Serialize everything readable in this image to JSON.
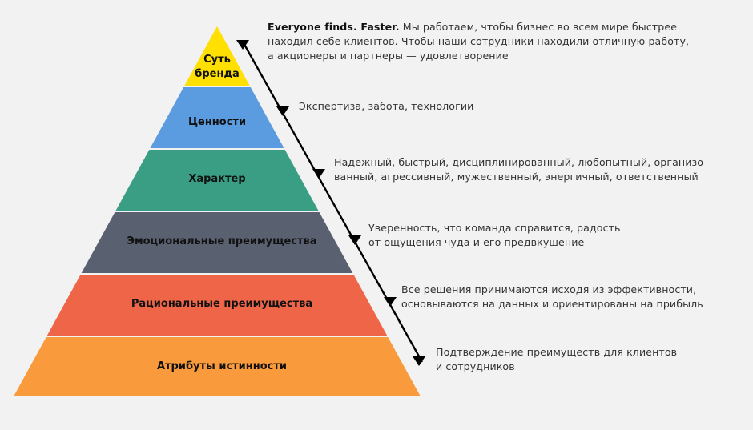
{
  "colors": {
    "background": "#f2f2f2",
    "layer1": "#ffe000",
    "layer2": "#5b9be0",
    "layer3": "#3a9e84",
    "layer4": "#59606f",
    "layer5": "#ee6548",
    "layer6": "#f99a3c",
    "line": "#000000"
  },
  "layers": [
    {
      "label_line1": "Суть",
      "label_line2": "бренда",
      "desc_bold": "Everyone finds. Faster.",
      "desc_line1": " Мы работаем, чтобы бизнес во всем мире быстрее",
      "desc_line2": "находил себе клиентов. Чтобы наши сотрудники находили отличную работу,",
      "desc_line3": "а акционеры и партнеры — удовлетворение"
    },
    {
      "label": "Ценности",
      "desc_line1": "Экспертиза, забота, технологии"
    },
    {
      "label": "Характер",
      "desc_line1": "Надежный, быстрый, дисциплинированный, любопытный, организо-",
      "desc_line2": "ванный, агрессивный, мужественный, энергичный, ответственный"
    },
    {
      "label": "Эмоциональные преимущества",
      "desc_line1": "Уверенность, что команда справится, радость",
      "desc_line2": "от ощущения чуда и его предвкушение"
    },
    {
      "label": "Рациональные преимущества",
      "desc_line1": "Все решения принимаются исходя из эффективности,",
      "desc_line2": "основываются на данных и ориентированы на прибыль"
    },
    {
      "label": "Атрибуты истинности",
      "desc_line1": "Подтверждение преимуществ для клиентов",
      "desc_line2": "и сотрудников"
    }
  ]
}
